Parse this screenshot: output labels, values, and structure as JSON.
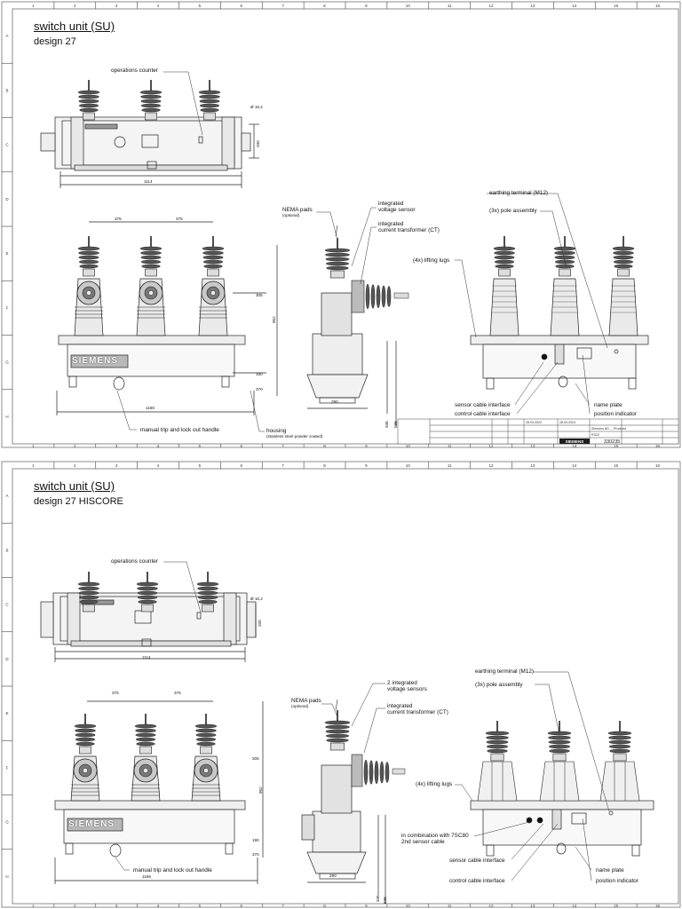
{
  "sheets": [
    {
      "title": "switch unit (SU)",
      "subtitle": "design 27",
      "labels": {
        "operations_counter": "operations counter",
        "nema_pads": "NEMA pads",
        "nema_pads_note": "(optional)",
        "voltage_sensor": [
          "integrated",
          "voltage sensor"
        ],
        "current_transformer": [
          "integrated",
          "current transformer (CT)"
        ],
        "earthing_terminal": "earthing terminal (M12)",
        "pole_assembly": "(3x) pole assembly",
        "lifting_lugs": "(4x) lifting lugs",
        "manual_trip": "manual trip and lock out handle",
        "housing": "housing",
        "housing_note": "(stainless steel powder coated)",
        "sensor_cable": "sensor cable interface",
        "control_cable": "control cable interface",
        "name_plate": "name plate",
        "position_indicator": "position indicator"
      },
      "dimensions": {
        "diameter": "Ø 16,2",
        "top_height": "200",
        "top_width": "1114",
        "pitch_1": "375",
        "pitch_2": "375",
        "upper_h": "305",
        "total_h": "952",
        "lower_h1": "190",
        "lower_h2": "370",
        "front_width": "1166",
        "side_width": "290",
        "side_h1": "346",
        "side_h2": "536"
      },
      "logo": "SIEMENS",
      "title_block": {
        "date_1": "28.03.2022",
        "date_2": "28.03.2024",
        "project": "Siemens AG ... Products",
        "code": "RS22",
        "brand": "SIEMENS",
        "drawing_no": "330235"
      }
    },
    {
      "title": "switch unit (SU)",
      "subtitle": "design 27 HISCORE",
      "labels": {
        "operations_counter": "operations counter",
        "nema_pads": "NEMA pads",
        "nema_pads_note": "(optional)",
        "voltage_sensors": [
          "2 integrated",
          "voltage sensors"
        ],
        "current_transformer": [
          "integrated",
          "current transformer (CT)"
        ],
        "earthing_terminal": "earthing terminal (M12)",
        "pole_assembly": "(3x) pole assembly",
        "lifting_lugs": "(4x) lifting lugs",
        "manual_trip": "manual trip and lock out handle",
        "combination": [
          "in combination with 7SC80",
          "2nd sensor cable"
        ],
        "sensor_cable": "sensor cable interface",
        "control_cable": "control cable interface",
        "name_plate": "name plate",
        "position_indicator": "position indicator"
      },
      "dimensions": {
        "diameter": "Ø 16,2",
        "top_height": "200",
        "top_width": "1114",
        "pitch_1": "375",
        "pitch_2": "375",
        "upper_h": "305",
        "total_h": "952",
        "lower_h1": "190",
        "lower_h2": "370",
        "front_width": "1166",
        "side_width": "290",
        "side_h1": "346",
        "side_h2": "536"
      },
      "logo": "SIEMENS"
    }
  ],
  "grid_numbers": [
    "1",
    "2",
    "3",
    "4",
    "5",
    "6",
    "7",
    "8",
    "9",
    "10",
    "11",
    "12",
    "13",
    "14",
    "15",
    "16"
  ],
  "grid_letters": [
    "A",
    "B",
    "C",
    "D",
    "E",
    "F",
    "G",
    "H"
  ]
}
